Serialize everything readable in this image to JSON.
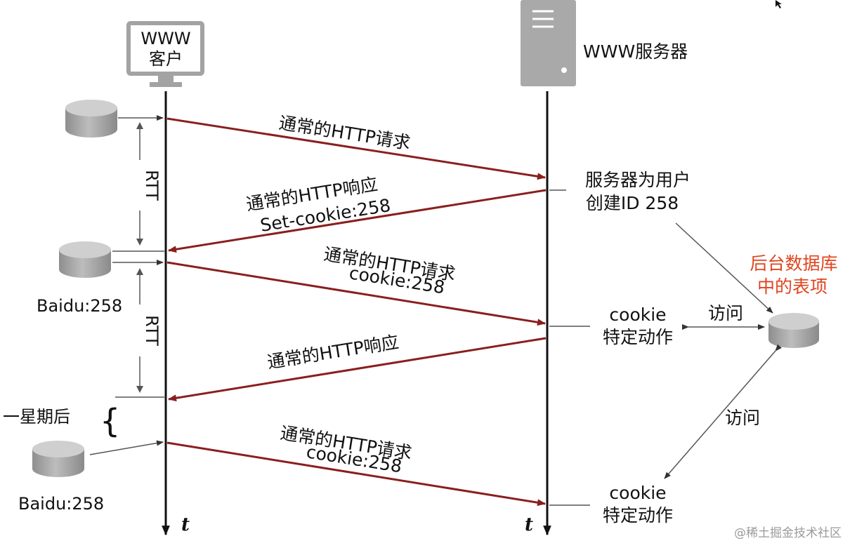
{
  "client": {
    "label_line1": "WWW",
    "label_line2": "客户"
  },
  "server": {
    "label": "WWW服务器"
  },
  "messages": {
    "req1": "通常的HTTP请求",
    "resp1_line1": "通常的HTTP响应",
    "resp1_line2": "Set-cookie:258",
    "req2_line1": "通常的HTTP请求",
    "req2_line2": "cookie:258",
    "resp2": "通常的HTTP响应",
    "req3_line1": "通常的HTTP请求",
    "req3_line2": "cookie:258"
  },
  "server_notes": {
    "create_line1": "服务器为用户",
    "create_line2": "创建ID 258",
    "action1_line1": "cookie",
    "action1_line2": "特定动作",
    "action2_line1": "cookie",
    "action2_line2": "特定动作"
  },
  "database": {
    "line1": "后台数据库",
    "line2": "中的表项",
    "access1": "访问",
    "access2": "访问",
    "color": "#e0451f"
  },
  "client_side": {
    "rtt1": "RTT",
    "rtt2": "RTT",
    "cookie_file1": "Baidu:258",
    "cookie_file2": "Baidu:258",
    "one_week_later": "一星期后",
    "brace": "{"
  },
  "time_axis": {
    "client_t": "t",
    "server_t": "t"
  },
  "watermark": "@稀土掘金技术社区",
  "colors": {
    "arrow": "#8b1e1e",
    "line": "#111111",
    "icon_gray": "#a9a9a9",
    "accent": "#e0451f"
  }
}
